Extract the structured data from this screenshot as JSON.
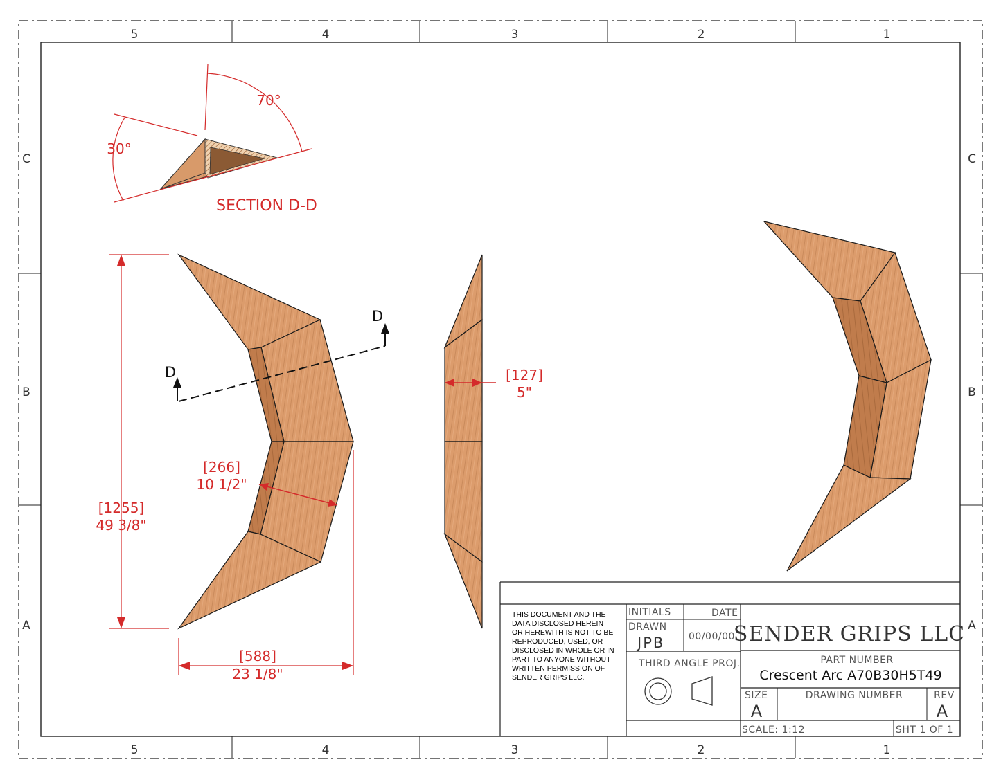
{
  "borders": {
    "columns_top": [
      "5",
      "4",
      "3",
      "2",
      "1"
    ],
    "columns_bottom": [
      "5",
      "4",
      "3",
      "2",
      "1"
    ],
    "rows_left": [
      "C",
      "B",
      "A"
    ],
    "rows_right": [
      "C",
      "B",
      "A"
    ]
  },
  "section": {
    "title": "SECTION D-D",
    "angle_top": "70°",
    "angle_left": "30°"
  },
  "dimensions": {
    "height_mm": "[1255]",
    "height_in": "49 3/8\"",
    "width_mm": "[588]",
    "width_in": "23 1/8\"",
    "face_mm": "[266]",
    "face_in": "10 1/2\"",
    "thickness_mm": "[127]",
    "thickness_in": "5\""
  },
  "section_marks": {
    "left": "D",
    "right": "D"
  },
  "title_block": {
    "notice_lines": [
      "THIS DOCUMENT AND THE",
      "DATA DISCLOSED HEREIN",
      "OR HEREWITH IS NOT TO BE",
      "REPRODUCED, USED, OR",
      "DISCLOSED IN WHOLE OR IN",
      "PART TO ANYONE WITHOUT",
      "WRITTEN PERMISSION OF",
      "SENDER GRIPS LLC."
    ],
    "initials_label": "INITIALS",
    "date_label": "DATE",
    "drawn_label": "DRAWN",
    "drawn_value": "JPB",
    "date_value": "00/00/00",
    "company": "SENDER GRIPS LLC",
    "projection_label": "THIRD ANGLE PROJ.",
    "part_number_label": "PART NUMBER",
    "part_number": "Crescent Arc A70B30H5T49",
    "size_label": "SIZE",
    "size_value": "A",
    "drawing_number_label": "DRAWING NUMBER",
    "rev_label": "REV",
    "rev_value": "A",
    "scale": "SCALE: 1:12",
    "sheet": "SHT 1  OF  1"
  },
  "colors": {
    "dimension": "#d42a2a",
    "wood_light": "#e2a273",
    "wood_mid": "#d08f5f",
    "wood_dark": "#b77446",
    "wood_shadow": "#9c5f36",
    "line": "#1a1a1a"
  }
}
